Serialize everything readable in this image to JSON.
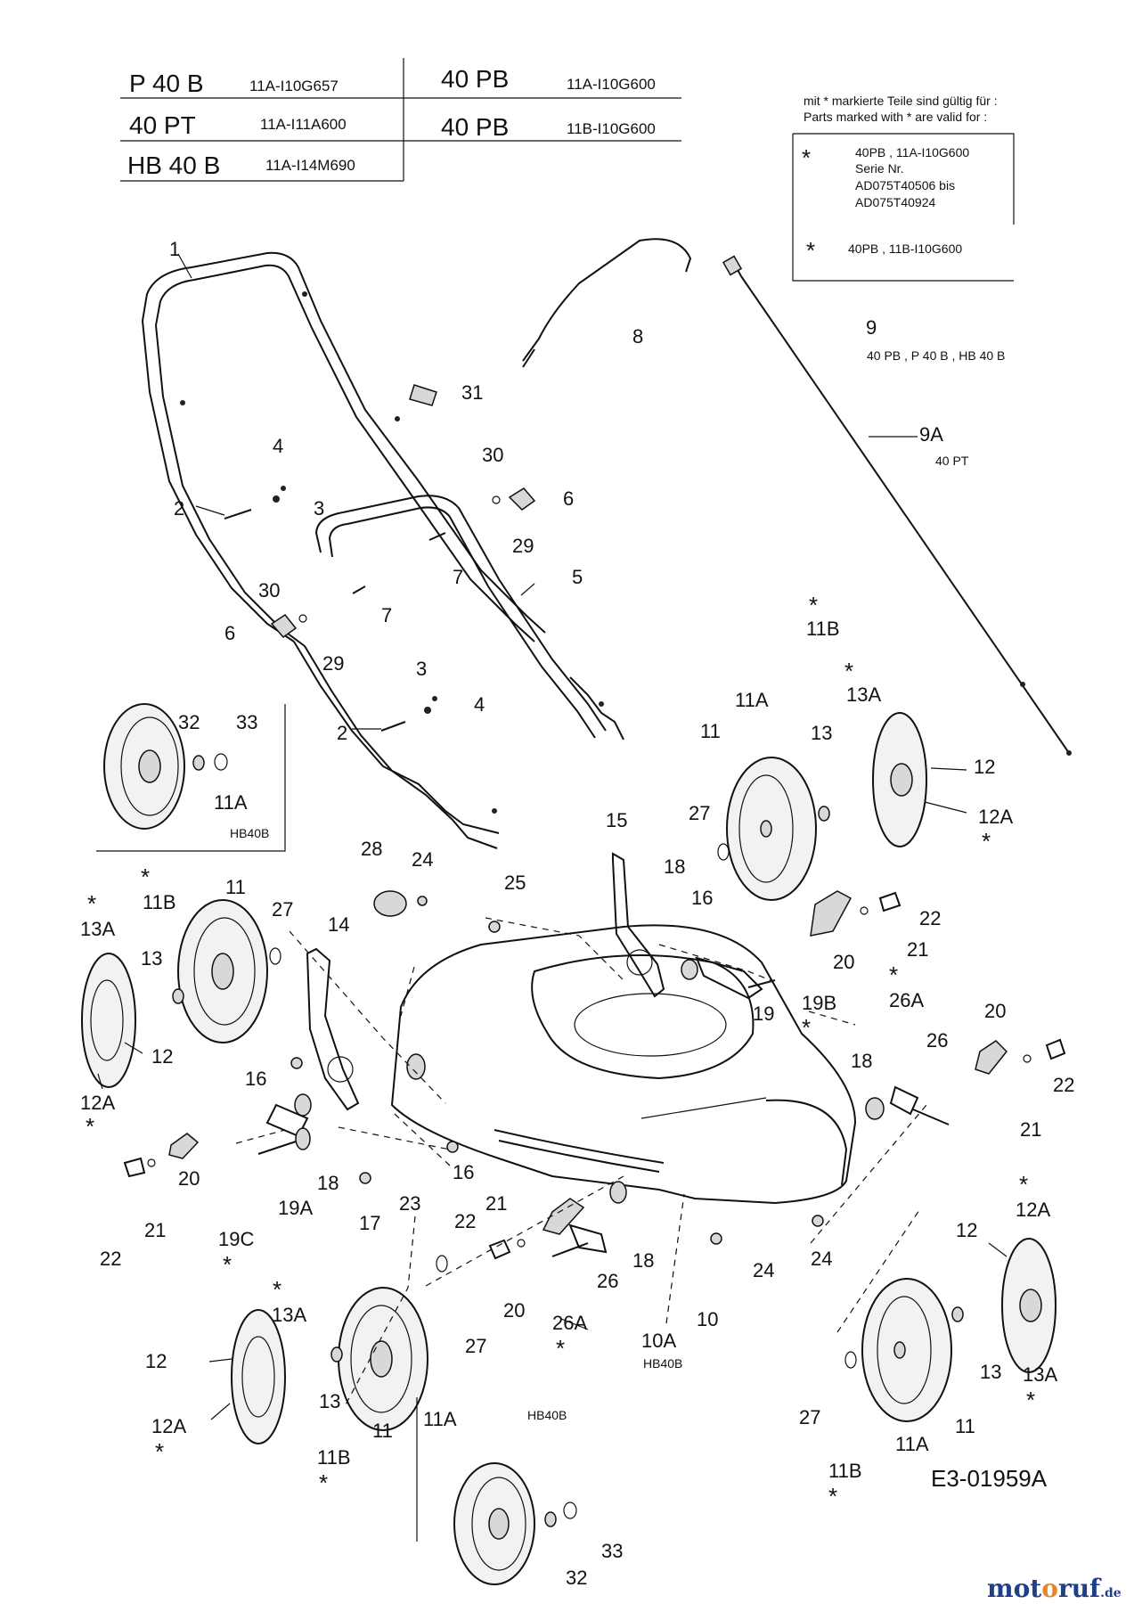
{
  "models": [
    {
      "name": "P 40 B",
      "code": "11A-I10G657"
    },
    {
      "name": "40 PT",
      "code": "11A-I11A600"
    },
    {
      "name": "HB 40 B",
      "code": "11A-I14M690"
    },
    {
      "name": "40 PB",
      "code": "11A-I10G600"
    },
    {
      "name": "40 PB",
      "code": "11B-I10G600"
    }
  ],
  "notes": {
    "line_de": "mit * markierte Teile sind gültig für :",
    "line_en": "Parts marked with *  are valid for :",
    "star": "*",
    "box_entry1_line1": "40PB , 11A-I10G600",
    "box_entry1_line2": "Serie Nr.",
    "box_entry1_line3": "AD075T40506   bis",
    "box_entry1_line4": "AD075T40924",
    "box_entry2": "40PB , 11B-I10G600"
  },
  "captions": {
    "part9_models": "40 PB , P 40 B , HB 40 B",
    "part9a_model": "40 PT",
    "hb40b": "HB40B"
  },
  "drawing_ref": "E3-01959A",
  "logo": {
    "text_a": "mot",
    "text_o": "o",
    "text_b": "ruf",
    "suffix": ".de"
  },
  "labels": {
    "l1": "1",
    "l2a": "2",
    "l2b": "2",
    "l3a": "3",
    "l3b": "3",
    "l4a": "4",
    "l4b": "4",
    "l5": "5",
    "l6a": "6",
    "l6b": "6",
    "l7a": "7",
    "l7b": "7",
    "l8": "8",
    "l9": "9",
    "l9a": "9A",
    "l10": "10",
    "l10a": "10A",
    "l11a": "11",
    "l11b": "11",
    "l11c": "11",
    "l11d": "11",
    "l11Aa": "11A",
    "l11Ab": "11A",
    "l11Ac": "11A",
    "l11Ad": "11A",
    "l11Ba": "11B",
    "l11Bb": "11B",
    "l11Bc": "11B",
    "l11Bd": "11B",
    "l12a": "12",
    "l12b": "12",
    "l12c": "12",
    "l12d": "12",
    "l12Aa": "12A",
    "l12Ab": "12A",
    "l12Ac": "12A",
    "l12Ad": "12A",
    "l13a": "13",
    "l13b": "13",
    "l13c": "13",
    "l13d": "13",
    "l13Aa": "13A",
    "l13Ab": "13A",
    "l13Ac": "13A",
    "l13Ad": "13A",
    "l14": "14",
    "l15": "15",
    "l16a": "16",
    "l16b": "16",
    "l16c": "16",
    "l17": "17",
    "l18a": "18",
    "l18b": "18",
    "l18c": "18",
    "l18d": "18",
    "l19": "19",
    "l19A": "19A",
    "l19B": "19B",
    "l19C": "19C",
    "l20a": "20",
    "l20b": "20",
    "l20c": "20",
    "l20d": "20",
    "l21a": "21",
    "l21b": "21",
    "l21c": "21",
    "l21d": "21",
    "l22a": "22",
    "l22b": "22",
    "l22c": "22",
    "l22d": "22",
    "l23": "23",
    "l24a": "24",
    "l24b": "24",
    "l24c": "24",
    "l25": "25",
    "l26a": "26",
    "l26b": "26",
    "l26Aa": "26A",
    "l26Ab": "26A",
    "l27a": "27",
    "l27b": "27",
    "l27c": "27",
    "l27d": "27",
    "l28": "28",
    "l29a": "29",
    "l29b": "29",
    "l30a": "30",
    "l30b": "30",
    "l31": "31",
    "l32a": "32",
    "l32b": "32",
    "l33a": "33",
    "l33b": "33"
  }
}
